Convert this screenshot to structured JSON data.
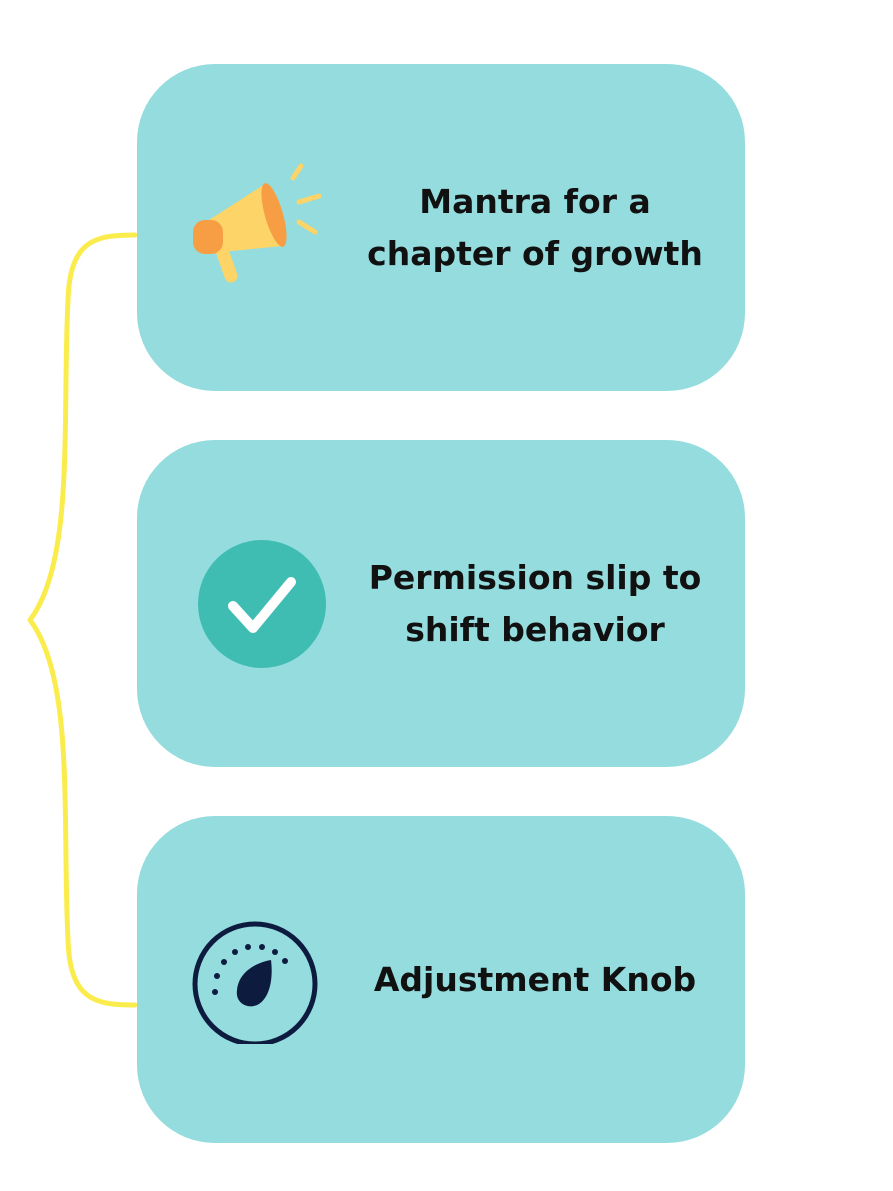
{
  "colors": {
    "background": "#ffffff",
    "card": "#94dcdd",
    "brace": "#fbec4d",
    "text": "#111111",
    "check_circle": "#3fbdb3",
    "knob": "#0d1b3e",
    "megaphone_body": "#fcd468",
    "megaphone_mouth": "#f79e44"
  },
  "items": [
    {
      "label": "Mantra for a\nchapter of growth",
      "icon": "megaphone-icon"
    },
    {
      "label": "Permission slip to\nshift behavior",
      "icon": "checkmark-circle-icon"
    },
    {
      "label": "Adjustment Knob",
      "icon": "dial-knob-icon"
    }
  ]
}
